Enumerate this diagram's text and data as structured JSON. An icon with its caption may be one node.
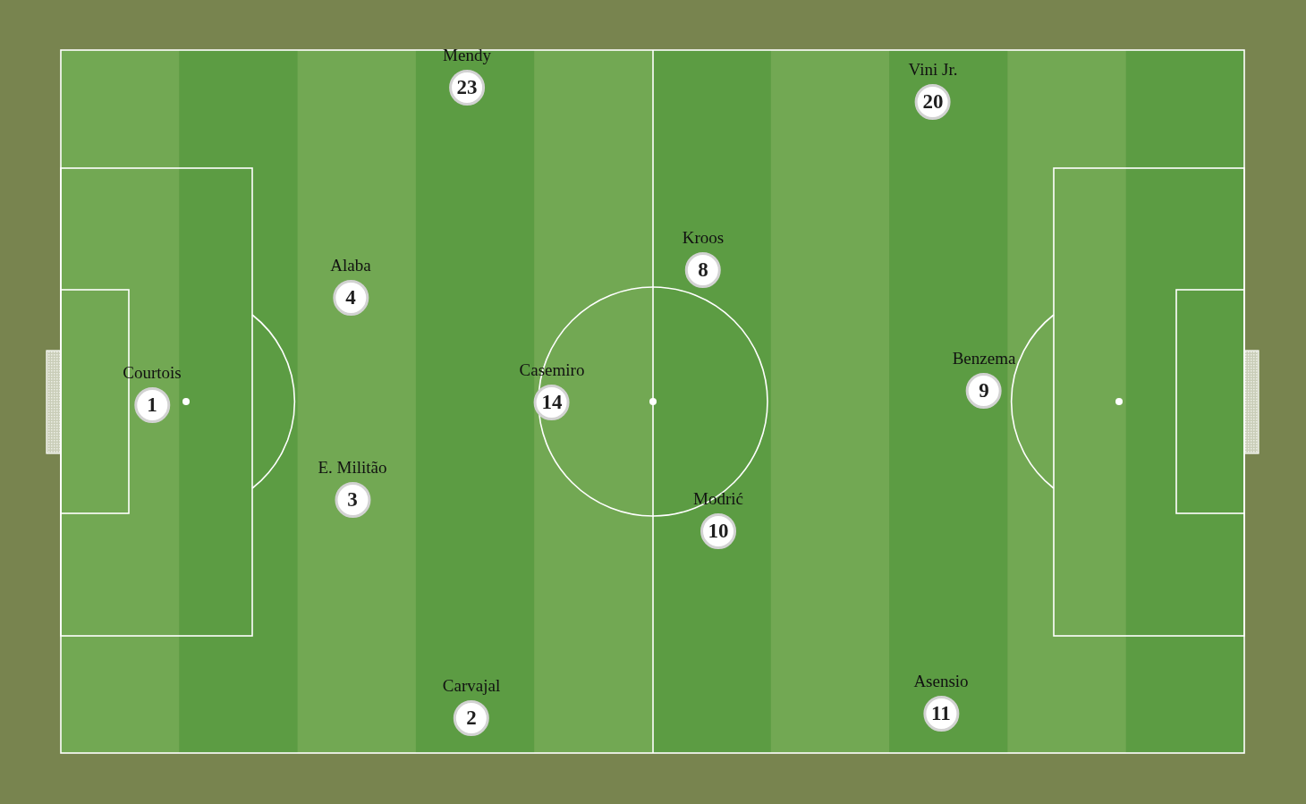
{
  "diagram": {
    "nodes": [
      {
        "text": [
          "Mendy",
          "23"
        ]
      },
      {
        "text": [
          "Vini Jr.",
          "20"
        ]
      },
      {
        "text": [
          "Kroos",
          "8"
        ]
      },
      {
        "text": [
          "Alaba",
          "4"
        ]
      },
      {
        "text": [
          "Benzema",
          "9"
        ]
      },
      {
        "text": [
          "Casemiro",
          "14"
        ]
      },
      {
        "text": [
          "Courtois",
          "1"
        ]
      },
      {
        "text": [
          "E. Militão",
          "3"
        ]
      },
      {
        "text": [
          "Modrić",
          "10"
        ]
      },
      {
        "text": [
          "Asensio",
          "11"
        ]
      },
      {
        "text": [
          "Carvajal",
          "2"
        ]
      }
    ]
  }
}
